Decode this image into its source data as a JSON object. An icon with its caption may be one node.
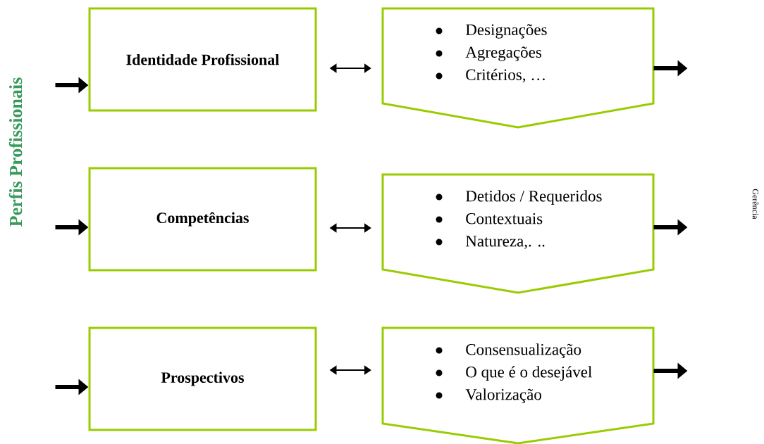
{
  "diagram": {
    "nodes": [
      {
        "text": [
          "Identidade Profissional"
        ]
      },
      {
        "text": [
          "Designações",
          "Agregações",
          "Critérios, …"
        ]
      },
      {
        "text": [
          "Competências"
        ]
      },
      {
        "text": [
          "Detidos / Requeridos",
          "Contextuais",
          "Natureza,. .."
        ]
      },
      {
        "text": [
          "Prospectivos"
        ]
      },
      {
        "text": [
          "Consensualização",
          "O que é o desejável",
          "Valorização"
        ]
      }
    ],
    "edges": [
      {
        "from": null,
        "to": 0,
        "arrow": "to"
      },
      {
        "from": 0,
        "to": 1,
        "arrow": "both"
      },
      {
        "from": 1,
        "to": null,
        "arrow": "to"
      },
      {
        "from": null,
        "to": 2,
        "arrow": "to"
      },
      {
        "from": 2,
        "to": 3,
        "arrow": "both"
      },
      {
        "from": 3,
        "to": null,
        "arrow": "to"
      },
      {
        "from": null,
        "to": 4,
        "arrow": "to"
      },
      {
        "from": 4,
        "to": 5,
        "arrow": "both"
      },
      {
        "from": 5,
        "to": null,
        "arrow": "to"
      }
    ],
    "labels": [
      "Perfis Profissionais",
      "Gerência"
    ]
  }
}
